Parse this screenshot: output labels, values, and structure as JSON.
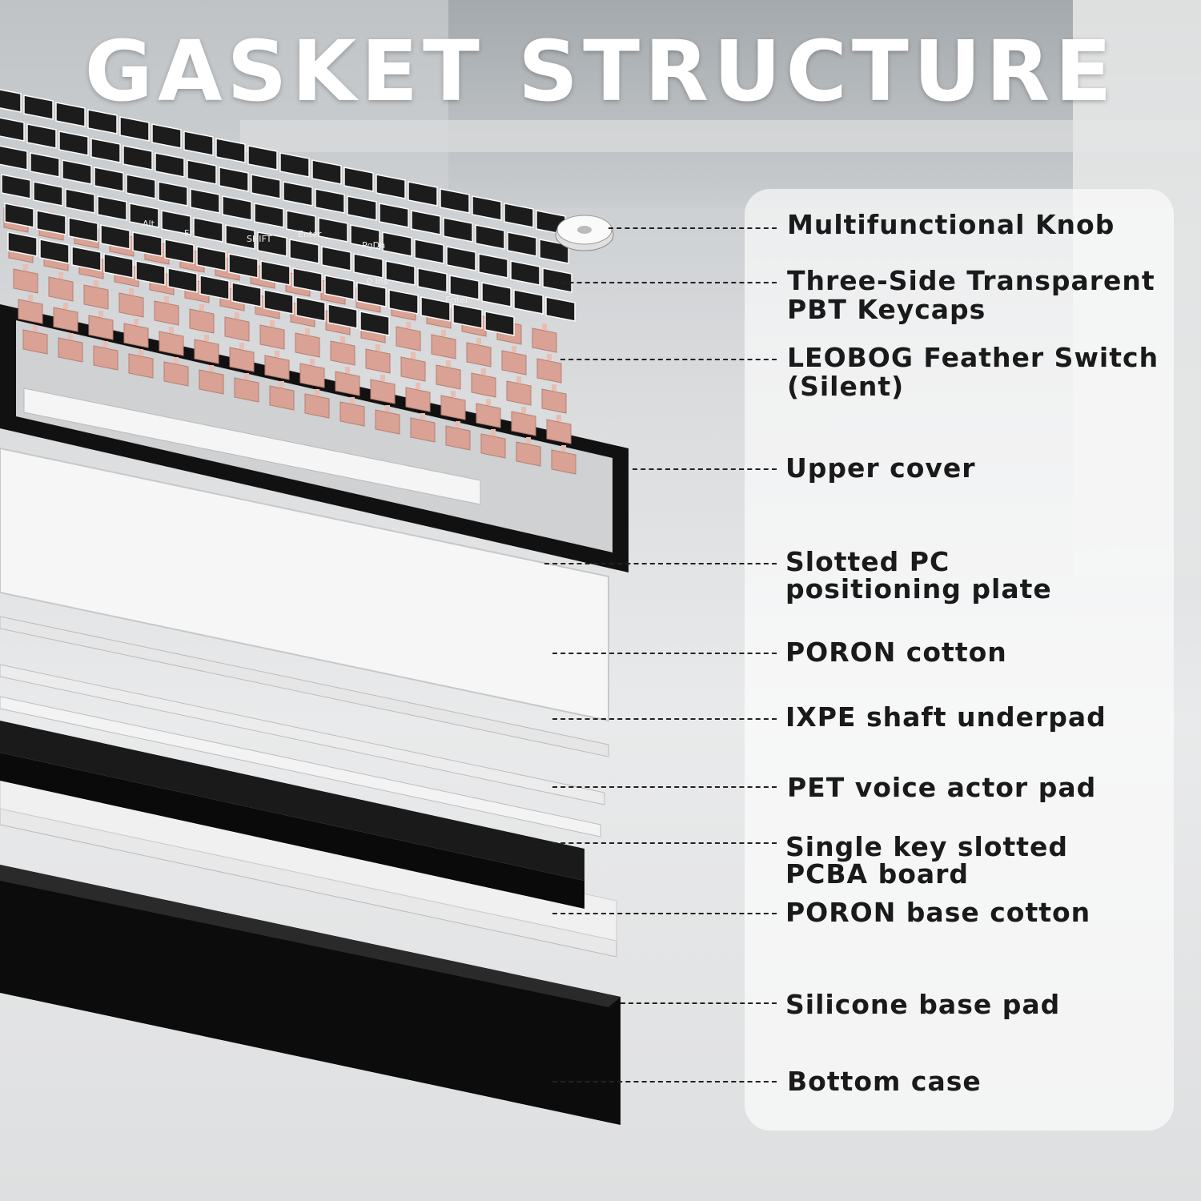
{
  "title": "GASKET STRUCTURE",
  "labels": {
    "knob": "Multifunctional Knob",
    "keycaps_1": "Three-Side Transparent",
    "keycaps_2": "PBT Keycaps",
    "switch_1": "LEOBOG Feather Switch",
    "switch_2": "(Silent)",
    "upper_cover": "Upper cover",
    "plate_1": "Slotted PC",
    "plate_2": "positioning plate",
    "poron": "PORON cotton",
    "ixpe": "IXPE shaft underpad",
    "pet": "PET voice actor pad",
    "pcba_1": "Single key slotted",
    "pcba_2": "PCBA board",
    "poron_base": "PORON base cotton",
    "silicone": "Silicone base pad",
    "bottom": "Bottom case"
  },
  "keycap_legends": [
    "Alt",
    "Fn",
    "SHIFT",
    "Enter",
    "PgDn",
    "0 Ins",
    "Enter"
  ],
  "colors": {
    "keycap": "#1c1c1c",
    "switch": "#d9a295",
    "plate": "#f2f2f2",
    "frame": "#111111",
    "pcb": "#0d0d0d",
    "leader": "#222222"
  }
}
